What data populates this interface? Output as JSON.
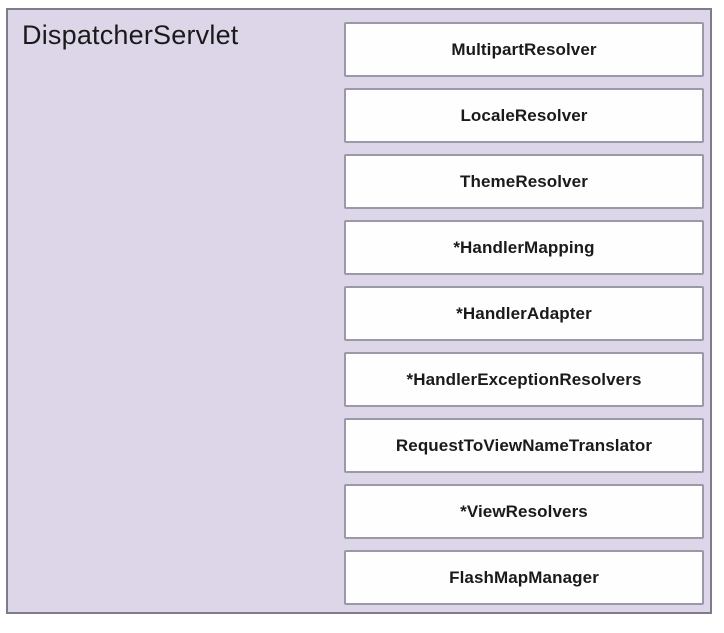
{
  "diagram": {
    "title": "DispatcherServlet",
    "components": [
      {
        "label": "MultipartResolver"
      },
      {
        "label": "LocaleResolver"
      },
      {
        "label": "ThemeResolver"
      },
      {
        "label": "*HandlerMapping"
      },
      {
        "label": "*HandlerAdapter"
      },
      {
        "label": "*HandlerExceptionResolvers"
      },
      {
        "label": "RequestToViewNameTranslator"
      },
      {
        "label": "*ViewResolvers"
      },
      {
        "label": "FlashMapManager"
      }
    ],
    "colors": {
      "container_fill": "#dcd6e8",
      "container_border": "#7e7b8b",
      "box_fill": "#fefefe",
      "box_border": "#9b98a8",
      "text": "#1a1a1a"
    }
  }
}
